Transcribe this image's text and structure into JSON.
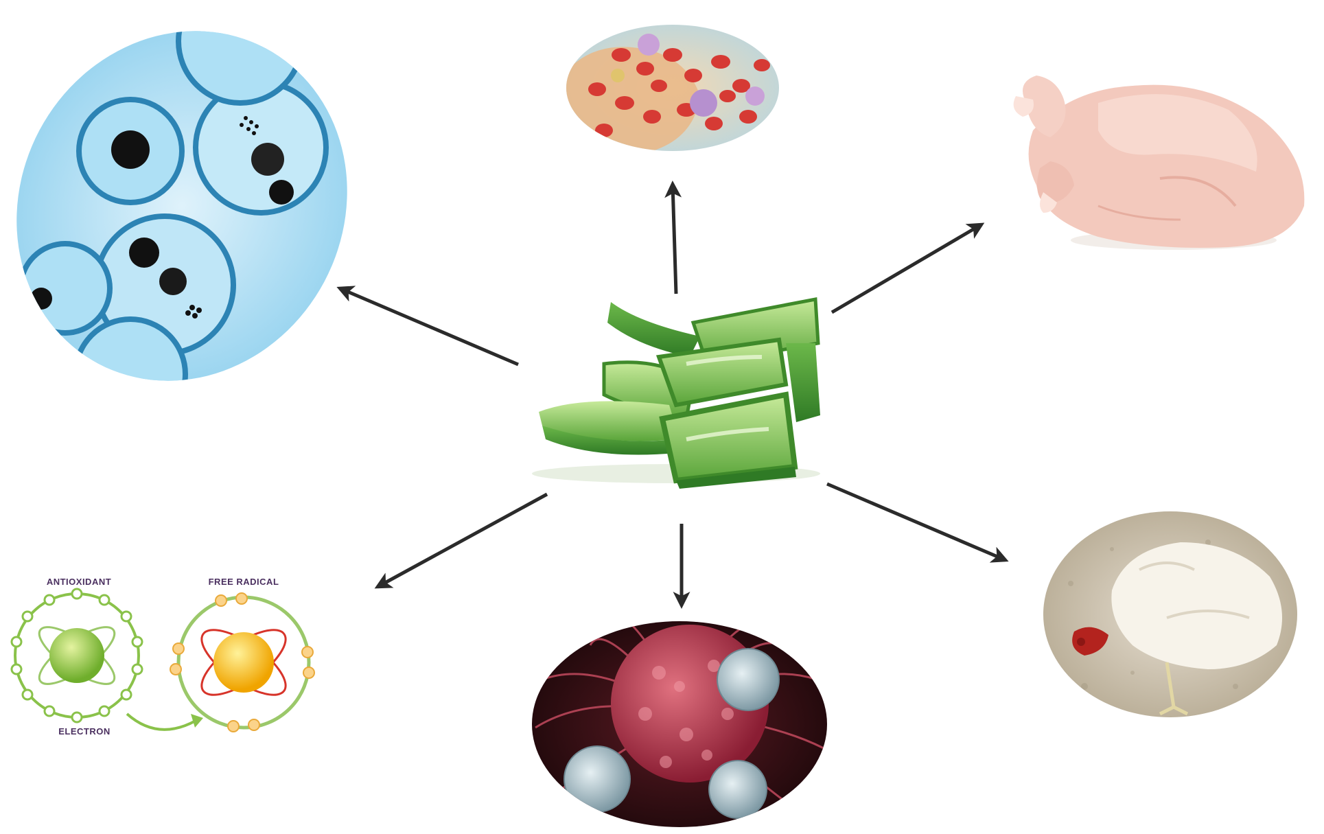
{
  "diagram": {
    "center": {
      "icon": "aloe-vera-slices-icon"
    },
    "nodes": [
      {
        "id": "antibacterial",
        "icon": "petri-dish-bacteria-icon"
      },
      {
        "id": "blood",
        "icon": "blood-cells-icon"
      },
      {
        "id": "broiler-meat",
        "icon": "raw-chicken-icon"
      },
      {
        "id": "antioxidant",
        "icon": "antioxidant-free-radical-icon"
      },
      {
        "id": "immune",
        "icon": "immune-cells-attacking-cancer-icon"
      },
      {
        "id": "coccidiosis",
        "icon": "sick-chick-icon"
      }
    ],
    "antioxidant_labels": {
      "antioxidant": "ANTIOXIDANT",
      "free_radical": "FREE RADICAL",
      "electron": "ELECTRON"
    }
  },
  "colors": {
    "arrow": "#2b2b2b",
    "aloe_light": "#9bd46a",
    "aloe_dark": "#4f9a2f",
    "petri": "#5fb6e0",
    "blood_red": "#d63a34",
    "chicken": "#f3c9bd",
    "antioxidant_green": "#8ac24a",
    "free_radical_yellow": "#f7c21c",
    "cancer_red": "#b8354f",
    "tcell": "#b9cfd6"
  }
}
